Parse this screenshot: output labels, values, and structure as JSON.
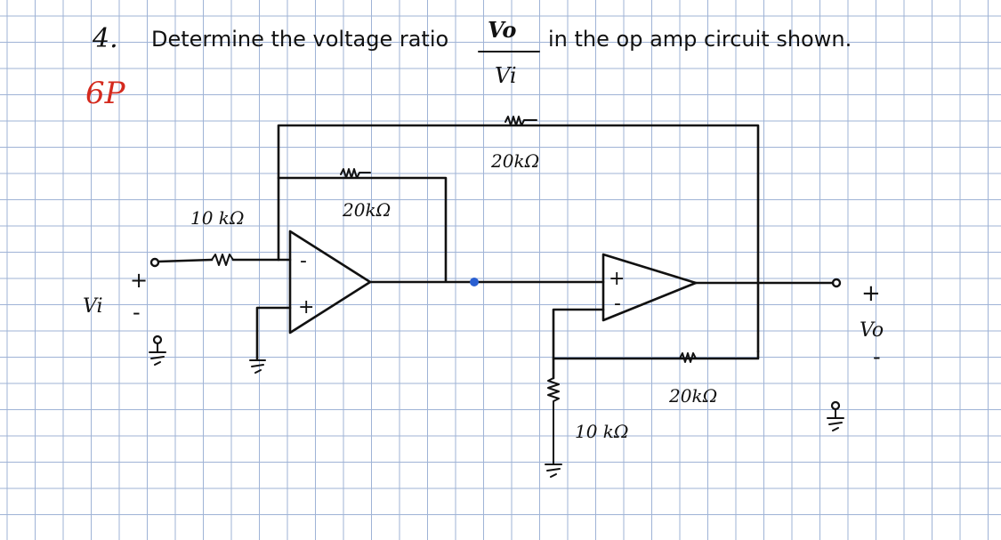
{
  "question": {
    "number": "4.",
    "text_before": "Determine the voltage ratio",
    "ratio_numerator": "Vo",
    "ratio_denominator": "Vi",
    "text_after": "in the op amp circuit shown.",
    "points_note": "6P"
  },
  "circuit": {
    "input_resistor": "10 kΩ",
    "feedback_resistor_inner": "20kΩ",
    "feedback_resistor_outer": "20kΩ",
    "ground_resistor": "10 kΩ",
    "feedback_resistor_lower": "20kΩ",
    "input_label": "Vi",
    "input_plus": "+",
    "input_minus": "-",
    "output_label": "Vo",
    "output_plus": "+",
    "output_minus": "-",
    "opamp1_inverting": "-",
    "opamp1_noninverting": "+",
    "opamp2_noninverting": "+",
    "opamp2_inverting": "-"
  },
  "colors": {
    "grid": "#9fb3d6",
    "ink": "#111111",
    "note": "#d42a1e",
    "node_dot": "#2a5fd1"
  }
}
